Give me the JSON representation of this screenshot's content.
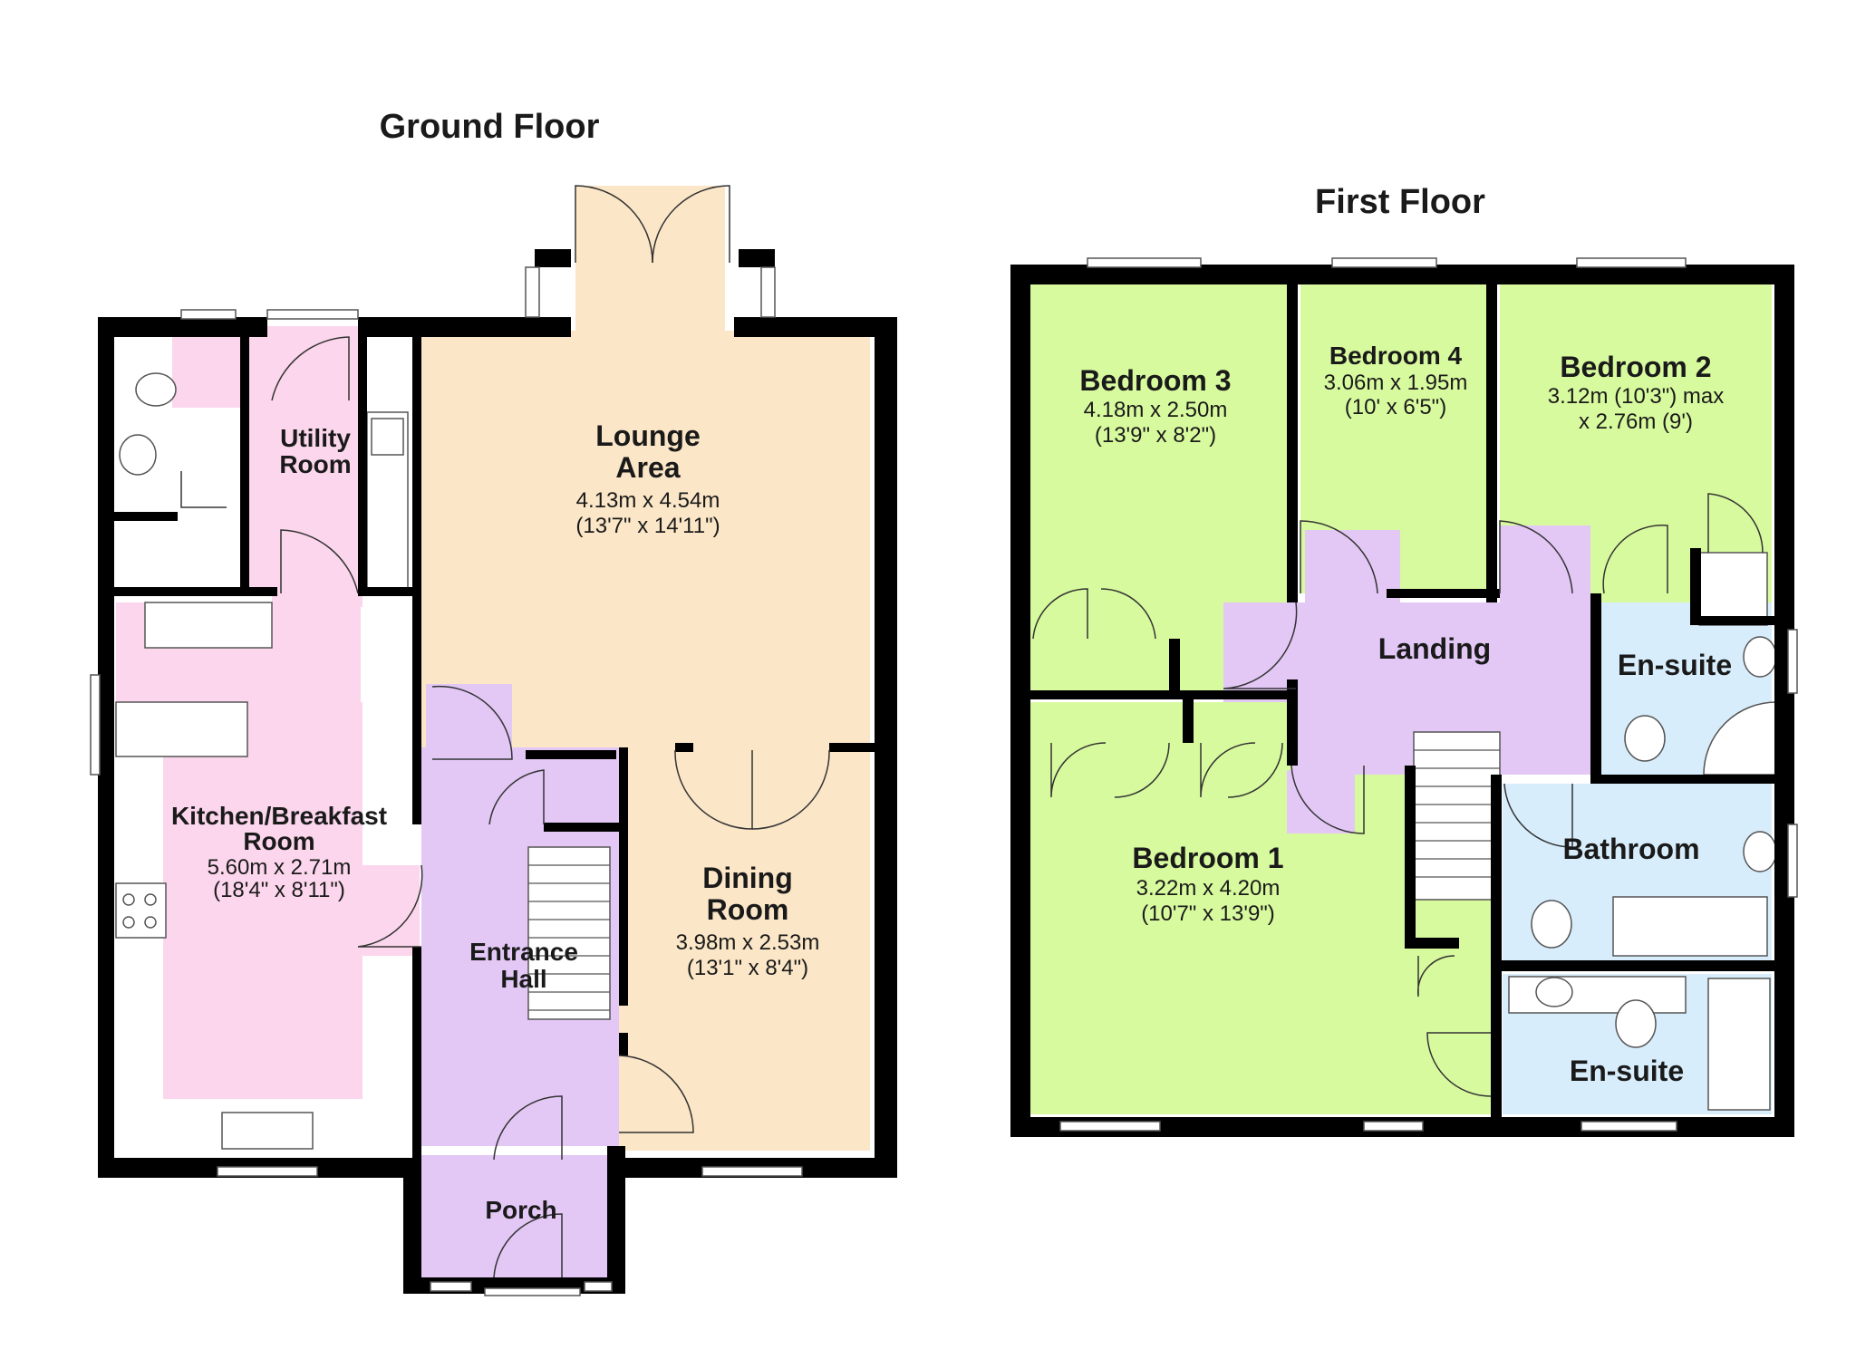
{
  "floors": {
    "ground": {
      "title": "Ground Floor",
      "rooms": {
        "lounge": {
          "name1": "Lounge",
          "name2": "Area",
          "dim1": "4.13m x 4.54m",
          "dim2": "(13'7\" x 14'11\")"
        },
        "utility": {
          "name1": "Utility",
          "name2": "Room"
        },
        "kitchen": {
          "name1": "Kitchen/Breakfast",
          "name2": "Room",
          "dim1": "5.60m x 2.71m",
          "dim2": "(18'4\" x 8'11\")"
        },
        "dining": {
          "name1": "Dining",
          "name2": "Room",
          "dim1": "3.98m x 2.53m",
          "dim2": "(13'1\" x 8'4\")"
        },
        "hall": {
          "name1": "Entrance",
          "name2": "Hall"
        },
        "porch": {
          "name1": "Porch"
        }
      }
    },
    "first": {
      "title": "First Floor",
      "rooms": {
        "bed3": {
          "name1": "Bedroom 3",
          "dim1": "4.18m x 2.50m",
          "dim2": "(13'9\" x 8'2\")"
        },
        "bed4": {
          "name1": "Bedroom 4",
          "dim1": "3.06m x 1.95m",
          "dim2": "(10' x 6'5\")"
        },
        "bed2": {
          "name1": "Bedroom 2",
          "dim1": "3.12m (10'3\") max",
          "dim2": "x 2.76m (9')"
        },
        "landing": {
          "name1": "Landing"
        },
        "ensuite1": {
          "name1": "En-suite"
        },
        "bed1": {
          "name1": "Bedroom 1",
          "dim1": "3.22m x 4.20m",
          "dim2": "(10'7\" x 13'9\")"
        },
        "bathroom": {
          "name1": "Bathroom"
        },
        "ensuite2": {
          "name1": "En-suite"
        }
      }
    }
  },
  "colors": {
    "lounge": "#fbe6c7",
    "pink": "#fbd6ec",
    "purple": "#e3c8f6",
    "green": "#d8fa9e",
    "blue": "#d8edfb",
    "wall": "#000000"
  }
}
